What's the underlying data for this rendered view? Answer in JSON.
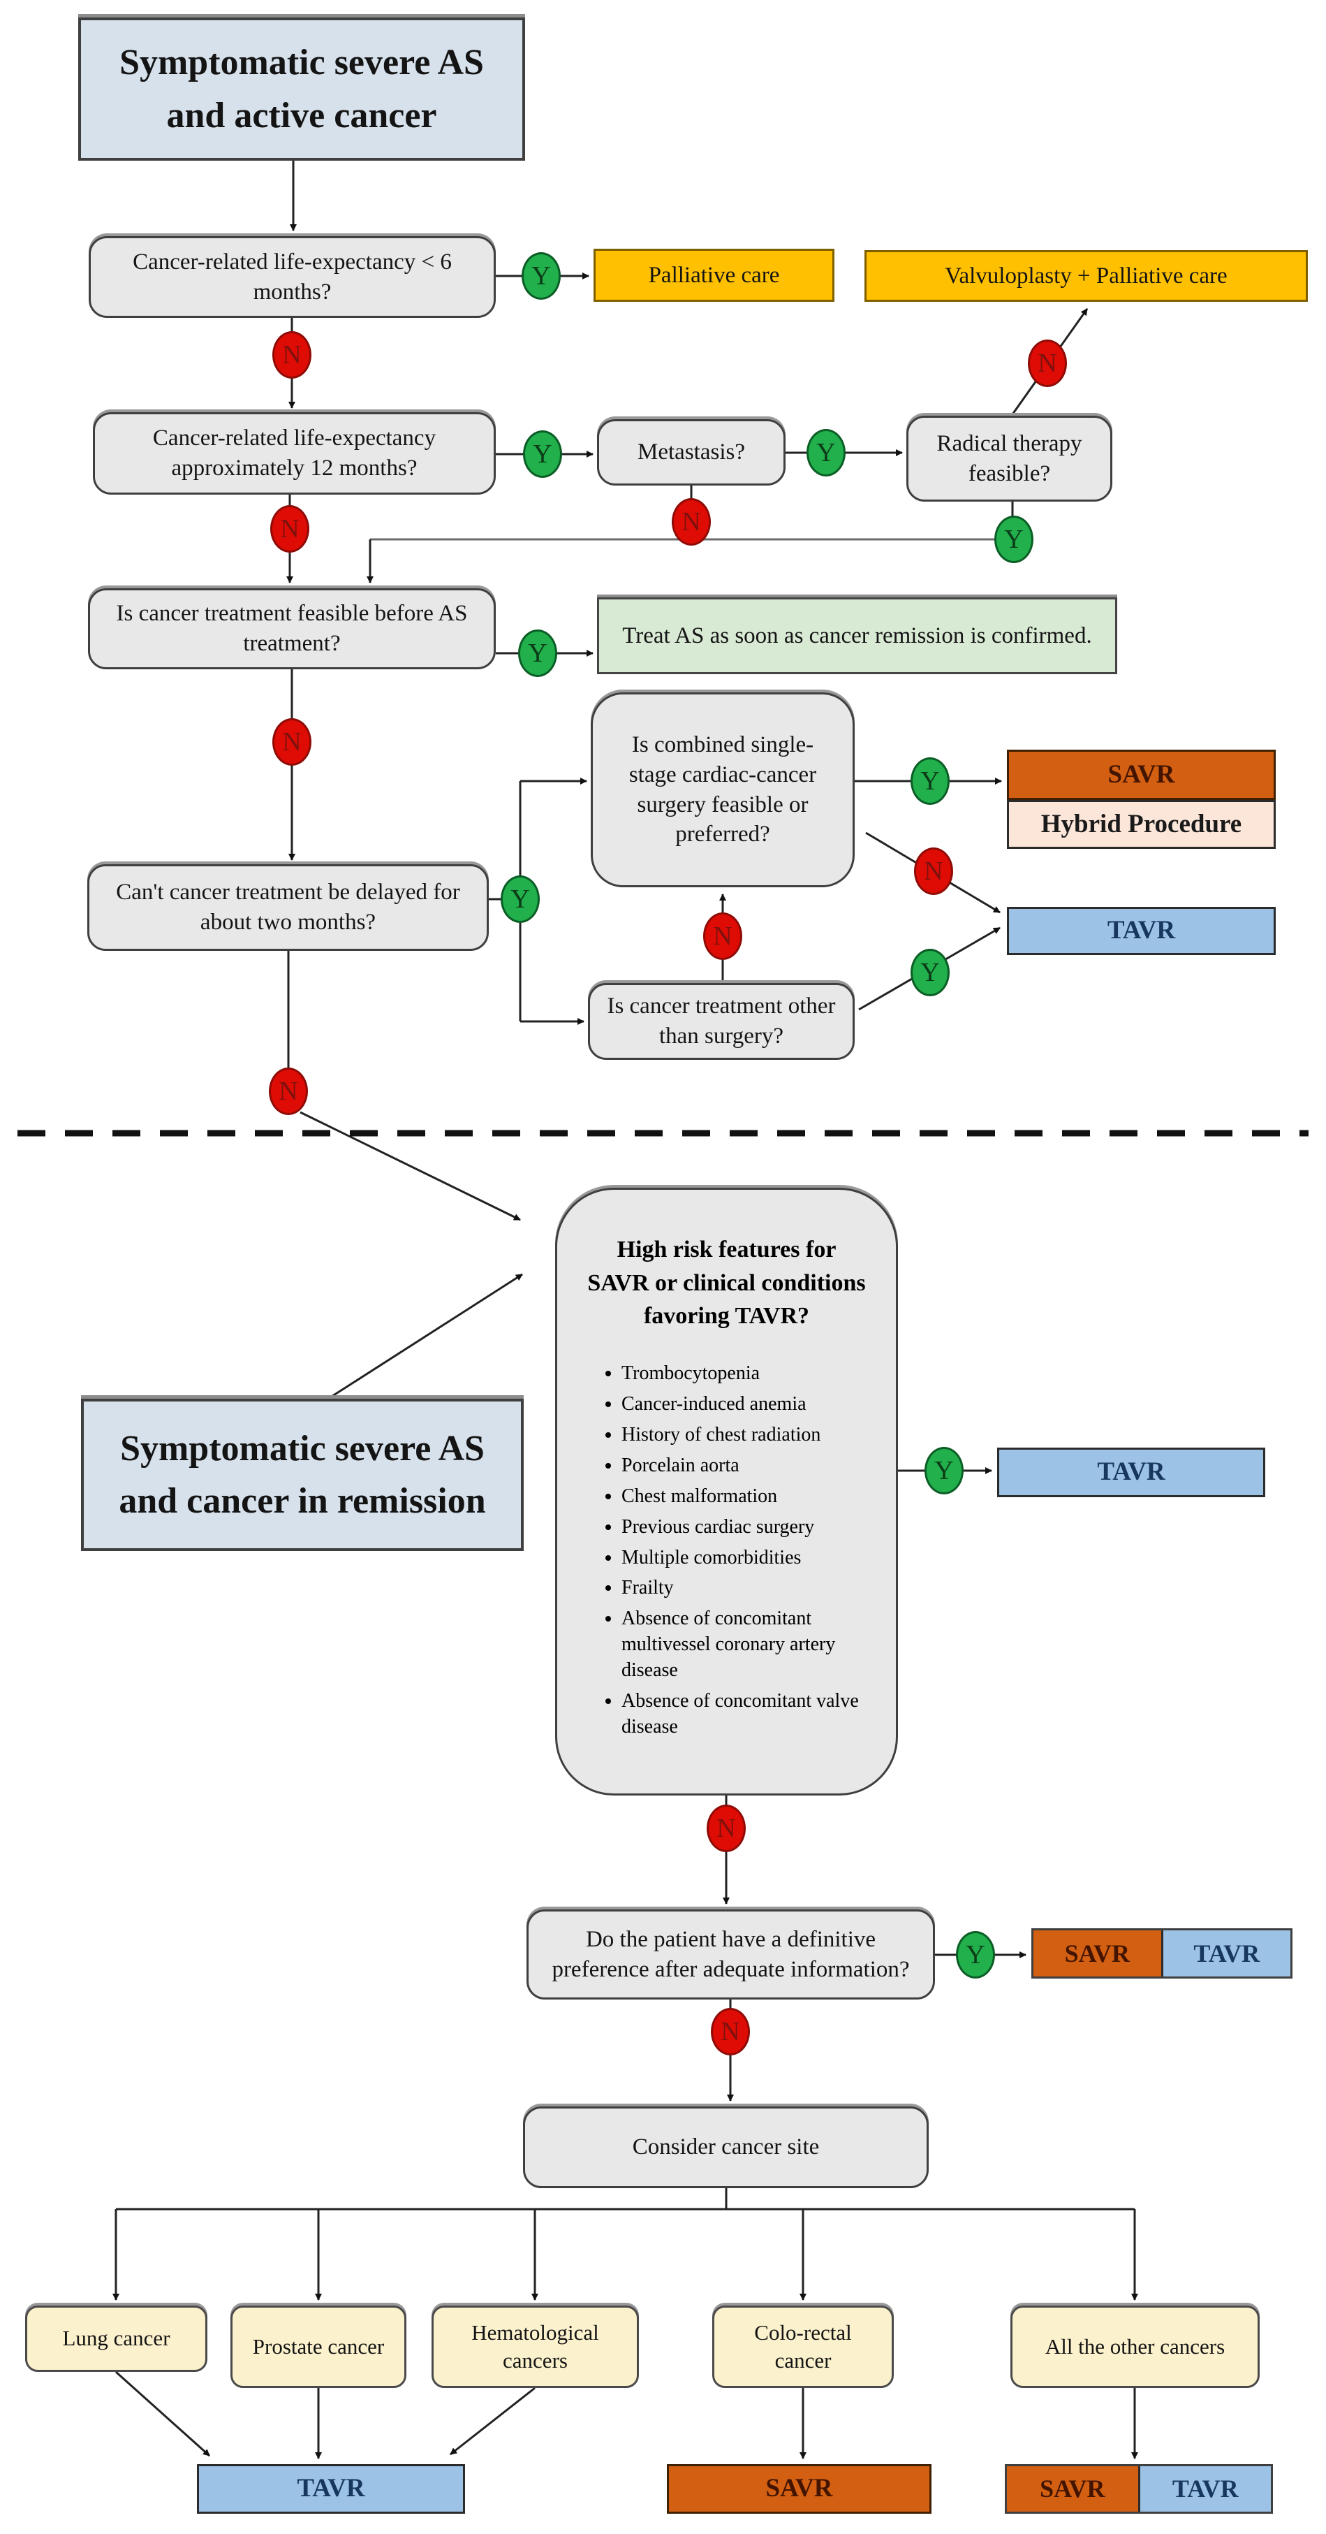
{
  "diagram": {
    "start_active": "Symptomatic severe AS and active cancer",
    "start_remission": "Symptomatic severe AS and cancer in remission",
    "q_life_expectancy_6": "Cancer-related life-expectancy < 6 months?",
    "palliative_care": "Palliative care",
    "valvuloplasty_palliative": "Valvuloplasty + Palliative care",
    "q_life_expectancy_12": "Cancer-related life-expectancy approximately 12 months?",
    "q_metastasis": "Metastasis?",
    "q_radical_therapy": "Radical therapy feasible?",
    "q_cancer_treatment_before_as": "Is cancer treatment feasible before AS treatment?",
    "treat_as_after_remission": "Treat AS as soon as cancer remission is confirmed.",
    "q_delay_two_months": "Can't cancer treatment be delayed for about two months?",
    "q_combined_surgery": "Is combined single-stage cardiac-cancer surgery feasible or preferred?",
    "q_other_than_surgery": "Is cancer treatment other than surgery?",
    "high_risk": {
      "title": "High risk features for SAVR or clinical conditions favoring TAVR?",
      "items": [
        "Trombocytopenia",
        "Cancer-induced anemia",
        "History of chest radiation",
        "Porcelain aorta",
        "Chest malformation",
        "Previous cardiac surgery",
        "Multiple comorbidities",
        "Frailty",
        "Absence of concomitant multivessel coronary artery disease",
        "Absence of concomitant valve disease"
      ]
    },
    "q_patient_preference": "Do the patient have a definitive preference after adequate information?",
    "consider_cancer_site": "Consider cancer site",
    "sites": [
      "Lung cancer",
      "Prostate cancer",
      "Hematological cancers",
      "Colo-rectal cancer",
      "All the other cancers"
    ],
    "outcomes": {
      "savr": "SAVR",
      "tavr": "TAVR",
      "hybrid": "Hybrid Procedure"
    },
    "branch": {
      "yes": "Y",
      "no": "N"
    },
    "colors": {
      "title_fill": "#d7e1eb",
      "question_fill": "#e9e8e8",
      "amber": "#fec000",
      "green_info": "#d9ead4",
      "savr_orange": "#d35f12",
      "hybrid_peach": "#fce6d9",
      "tavr_blue": "#9cc3e5",
      "site_cream": "#fcf1cd",
      "yes_green": "#21b04b",
      "no_red": "#df0c05"
    }
  }
}
